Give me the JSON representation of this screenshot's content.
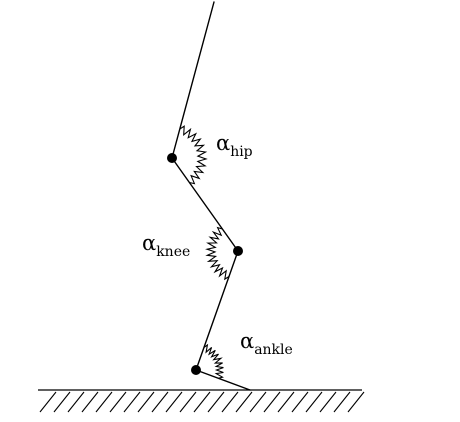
{
  "joints": {
    "hip": {
      "symbol": "α",
      "subscript": "hip"
    },
    "knee": {
      "symbol": "α",
      "subscript": "knee"
    },
    "ankle": {
      "symbol": "α",
      "subscript": "ankle"
    }
  },
  "colors": {
    "ink": "#000000",
    "background": "#ffffff"
  }
}
